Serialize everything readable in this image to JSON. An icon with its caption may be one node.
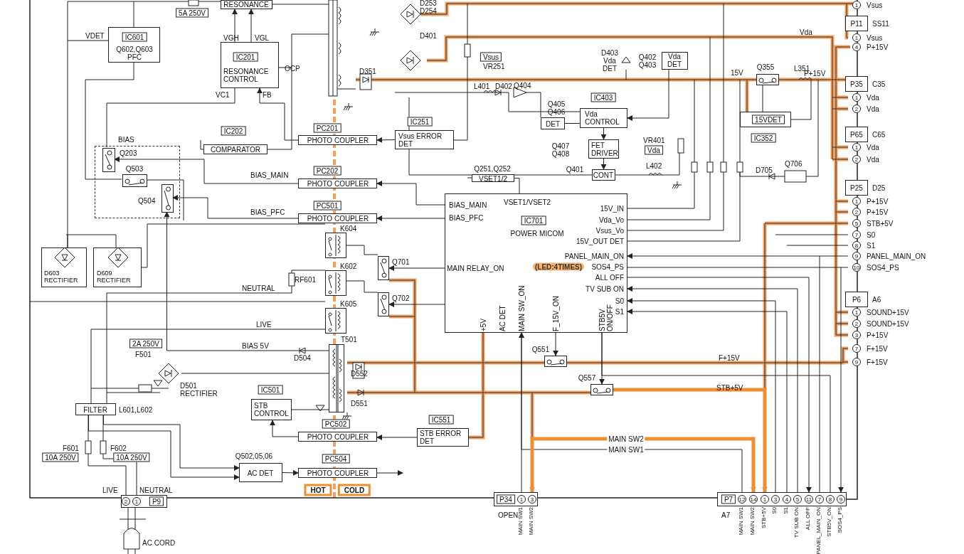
{
  "diagram": {
    "nodes": [
      {
        "text": [
          "IC601",
          "Q602,Q603 PFC"
        ]
      },
      {
        "text": [
          "RESONANCE"
        ]
      },
      {
        "text": [
          "IC201",
          "RESONANCE CONTROL"
        ]
      },
      {
        "text": [
          "IC202",
          "COMPARATOR"
        ]
      },
      {
        "text": [
          "PC201",
          "PHOTO COUPLER"
        ]
      },
      {
        "text": [
          "PC202",
          "PHOTO COUPLER"
        ]
      },
      {
        "text": [
          "PC501",
          "PHOTO COUPLER"
        ]
      },
      {
        "text": [
          "IC251",
          "Vsus ERROR DET"
        ]
      },
      {
        "text": [
          "Q251,Q252",
          "VSET1/2"
        ]
      },
      {
        "text": [
          "IC403",
          "Vda CONTROL"
        ]
      },
      {
        "text": [
          "Q405 Q406",
          "DET"
        ]
      },
      {
        "text": [
          "Q407 Q408",
          "FET DRIVER"
        ]
      },
      {
        "text": [
          "Q401",
          "CONT"
        ]
      },
      {
        "text": [
          "Q402 Q403",
          "Vda DET"
        ]
      },
      {
        "text": [
          "Q355"
        ]
      },
      {
        "text": [
          "15VDET",
          "IC352"
        ]
      },
      {
        "text": [
          "IC701",
          "POWER MICOM"
        ]
      },
      {
        "text": [
          "BIAS"
        ]
      },
      {
        "text": [
          "Q203"
        ],
        "in": 17
      },
      {
        "text": [
          "Q503"
        ],
        "in": 17
      },
      {
        "text": [
          "Q504"
        ],
        "in": 17
      },
      {
        "text": [
          "D603 RECTIFIER"
        ]
      },
      {
        "text": [
          "D609 RECTIFIER"
        ]
      },
      {
        "text": [
          "K604"
        ]
      },
      {
        "text": [
          "K602"
        ]
      },
      {
        "text": [
          "K605"
        ]
      },
      {
        "text": [
          "Q701"
        ]
      },
      {
        "text": [
          "Q702"
        ]
      },
      {
        "text": [
          "T501"
        ]
      },
      {
        "text": [
          "IC501",
          "STB CONTROL"
        ]
      },
      {
        "text": [
          "PC502",
          "PHOTO COUPLER"
        ]
      },
      {
        "text": [
          "IC551",
          "STB ERROR DET"
        ]
      },
      {
        "text": [
          "PC504",
          "PHOTO COUPLER"
        ]
      },
      {
        "text": [
          "Q502,05,06",
          "AC DET"
        ]
      },
      {
        "text": [
          "FILTER"
        ],
        "beside": [
          "L601,L602"
        ]
      },
      {
        "text": [
          "Q551"
        ]
      },
      {
        "text": [
          "Q557"
        ]
      },
      {
        "text": [
          "P11"
        ],
        "beside": [
          "SS11"
        ]
      },
      {
        "text": [
          "P35"
        ],
        "beside": [
          "C35"
        ]
      },
      {
        "text": [
          "P65"
        ],
        "beside": [
          "C65"
        ]
      },
      {
        "text": [
          "P25"
        ],
        "beside": [
          "D25"
        ]
      },
      {
        "text": [
          "P6"
        ],
        "beside": [
          "A6"
        ]
      },
      {
        "text": [
          "P34"
        ],
        "beside": [
          "OPEN"
        ]
      },
      {
        "text": [
          "P7"
        ],
        "beside": [
          "A7"
        ]
      },
      {
        "text": [
          "P9"
        ]
      }
    ],
    "edges": [
      {
        "from": 2,
        "to": 1,
        "arrow": "to"
      },
      {
        "from": 2,
        "to": 1,
        "arrow": "to"
      },
      {
        "from": 4,
        "to": 2,
        "arrow": "to"
      },
      {
        "from": 7,
        "to": 4,
        "arrow": "to"
      },
      {
        "from": 16,
        "to": 5,
        "arrow": "to"
      },
      {
        "from": 16,
        "to": 6,
        "arrow": "to"
      },
      {
        "from": 5,
        "to": 18,
        "arrow": "to"
      },
      {
        "from": 6,
        "to": 20,
        "arrow": "to"
      },
      {
        "from": 8,
        "to": 16,
        "arrow": "none"
      },
      {
        "from": 10,
        "to": 9,
        "arrow": "none"
      },
      {
        "from": 9,
        "to": 11,
        "arrow": "to"
      },
      {
        "from": 11,
        "to": 12,
        "arrow": "to"
      },
      {
        "from": 13,
        "to": 9,
        "arrow": "to"
      },
      {
        "from": 15,
        "to": 14,
        "arrow": "none"
      },
      {
        "from": 16,
        "to": 26,
        "arrow": "to"
      },
      {
        "from": 31,
        "to": 30,
        "arrow": "to"
      },
      {
        "from": 30,
        "to": 29,
        "arrow": "to"
      },
      {
        "from": 33,
        "to": 32,
        "arrow": "to"
      },
      {
        "from": 32,
        "to": null,
        "arrow": "to"
      },
      {
        "from": 34,
        "to": 33,
        "arrow": "to"
      },
      {
        "from": 34,
        "to": 33,
        "arrow": "to"
      },
      {
        "from": 16,
        "to": 35,
        "arrow": "to"
      },
      {
        "from": 16,
        "to": 36,
        "arrow": "to"
      },
      {
        "from": 42,
        "to": 16,
        "arrow": "to"
      },
      {
        "from": 43,
        "to": 16,
        "arrow": "to"
      },
      {
        "from": 43,
        "to": 16,
        "arrow": "to"
      },
      {
        "from": 43,
        "to": 16,
        "arrow": "to"
      },
      {
        "from": 16,
        "to": 43,
        "arrow": "to"
      },
      {
        "from": 43,
        "to": 16,
        "arrow": "to"
      },
      {
        "from": 16,
        "to": 43,
        "arrow": "to"
      },
      {
        "from": 43,
        "to": 16,
        "arrow": "to",
        "label": "MAIN SW1"
      },
      {
        "from": 42,
        "to": 43,
        "arrow": "both",
        "label": "MAIN SW2",
        "style": "thick",
        "color": "#ef8f2f"
      },
      {
        "from": 16,
        "to": 43,
        "arrow": "none"
      },
      {
        "from": 16,
        "to": 27,
        "arrow": "to"
      },
      {
        "from": 28,
        "to": 20,
        "arrow": "to"
      },
      {
        "from": 36,
        "to": 43,
        "arrow": "to",
        "style": "thick",
        "color": "#ef8f2f"
      }
    ],
    "labels": [
      "5A 250V",
      "D253",
      "D254",
      "1",
      "Vsus",
      "VDET",
      "VGH",
      "VGL",
      "Vda",
      "D401",
      "1",
      "Vsus",
      "4",
      "P+15V",
      "Vsus",
      "VR251",
      "D403 Vda DET",
      "OCP",
      "D351",
      "15V",
      "L351",
      "P+15V",
      "L401",
      "D402",
      "Q404",
      "VC1",
      "FB",
      "1",
      "Vda",
      "2",
      "Vda",
      "VR401",
      "Vda",
      "1",
      "Vda",
      "2",
      "Vda",
      "L402",
      "D705",
      "Q706",
      "BIAS_MAIN",
      "VSET1/VSET2",
      "BIAS_MAIN",
      "1",
      "P+15V",
      "BIAS_PFC",
      "15V_IN",
      "2",
      "P+15V",
      "BIAS_PFC",
      "Vda_Vo",
      "5",
      "STB+5V",
      "Vsus_Vo",
      "7",
      "S0",
      "15V_OUT DET",
      "8",
      "S1",
      "PANEL_MAIN_ON",
      "9",
      "PANEL_MAIN_ON",
      "MAIN RELAY_ON",
      "(LED:4TIMES)",
      "SOS4_PS",
      "10",
      "SOS4_PS",
      "RF601",
      "ALL OFF",
      "NEUTRAL",
      "TV SUB ON",
      "S0",
      "S1",
      "1",
      "SOUND+15V",
      "2",
      "SOUND+15V",
      "+5V",
      "AC DET",
      "MAIN SW_ON",
      "F_15V_ON",
      "STB5V ON/OFF",
      "LIVE",
      "3",
      "P+15V",
      "2A 250V",
      "BIAS 5V",
      "7",
      "F+15V",
      "F501",
      "D504",
      "F+15V",
      "9",
      "F+15V",
      "D552",
      "D501 RECTIFIER",
      "STB+5V",
      "D551",
      "F601",
      "F602",
      "10A 250V",
      "10A 250V",
      "LIVE",
      "NEUTRAL",
      "HOT",
      "COLD",
      "2",
      "1",
      "1",
      "3",
      "12",
      "14",
      "1",
      "3",
      "4",
      "5",
      "11",
      "7",
      "8",
      "9",
      "MAIN SW1",
      "MAIN SW2",
      "MAIN SW1",
      "MAIN SW2",
      "STB+5V",
      "S0",
      "S1",
      "TV SUB ON",
      "ALL OFF",
      "PANEL_MAIN_ON",
      "STB5V_ON",
      "SOS4_PS",
      "AC CORD"
    ]
  }
}
